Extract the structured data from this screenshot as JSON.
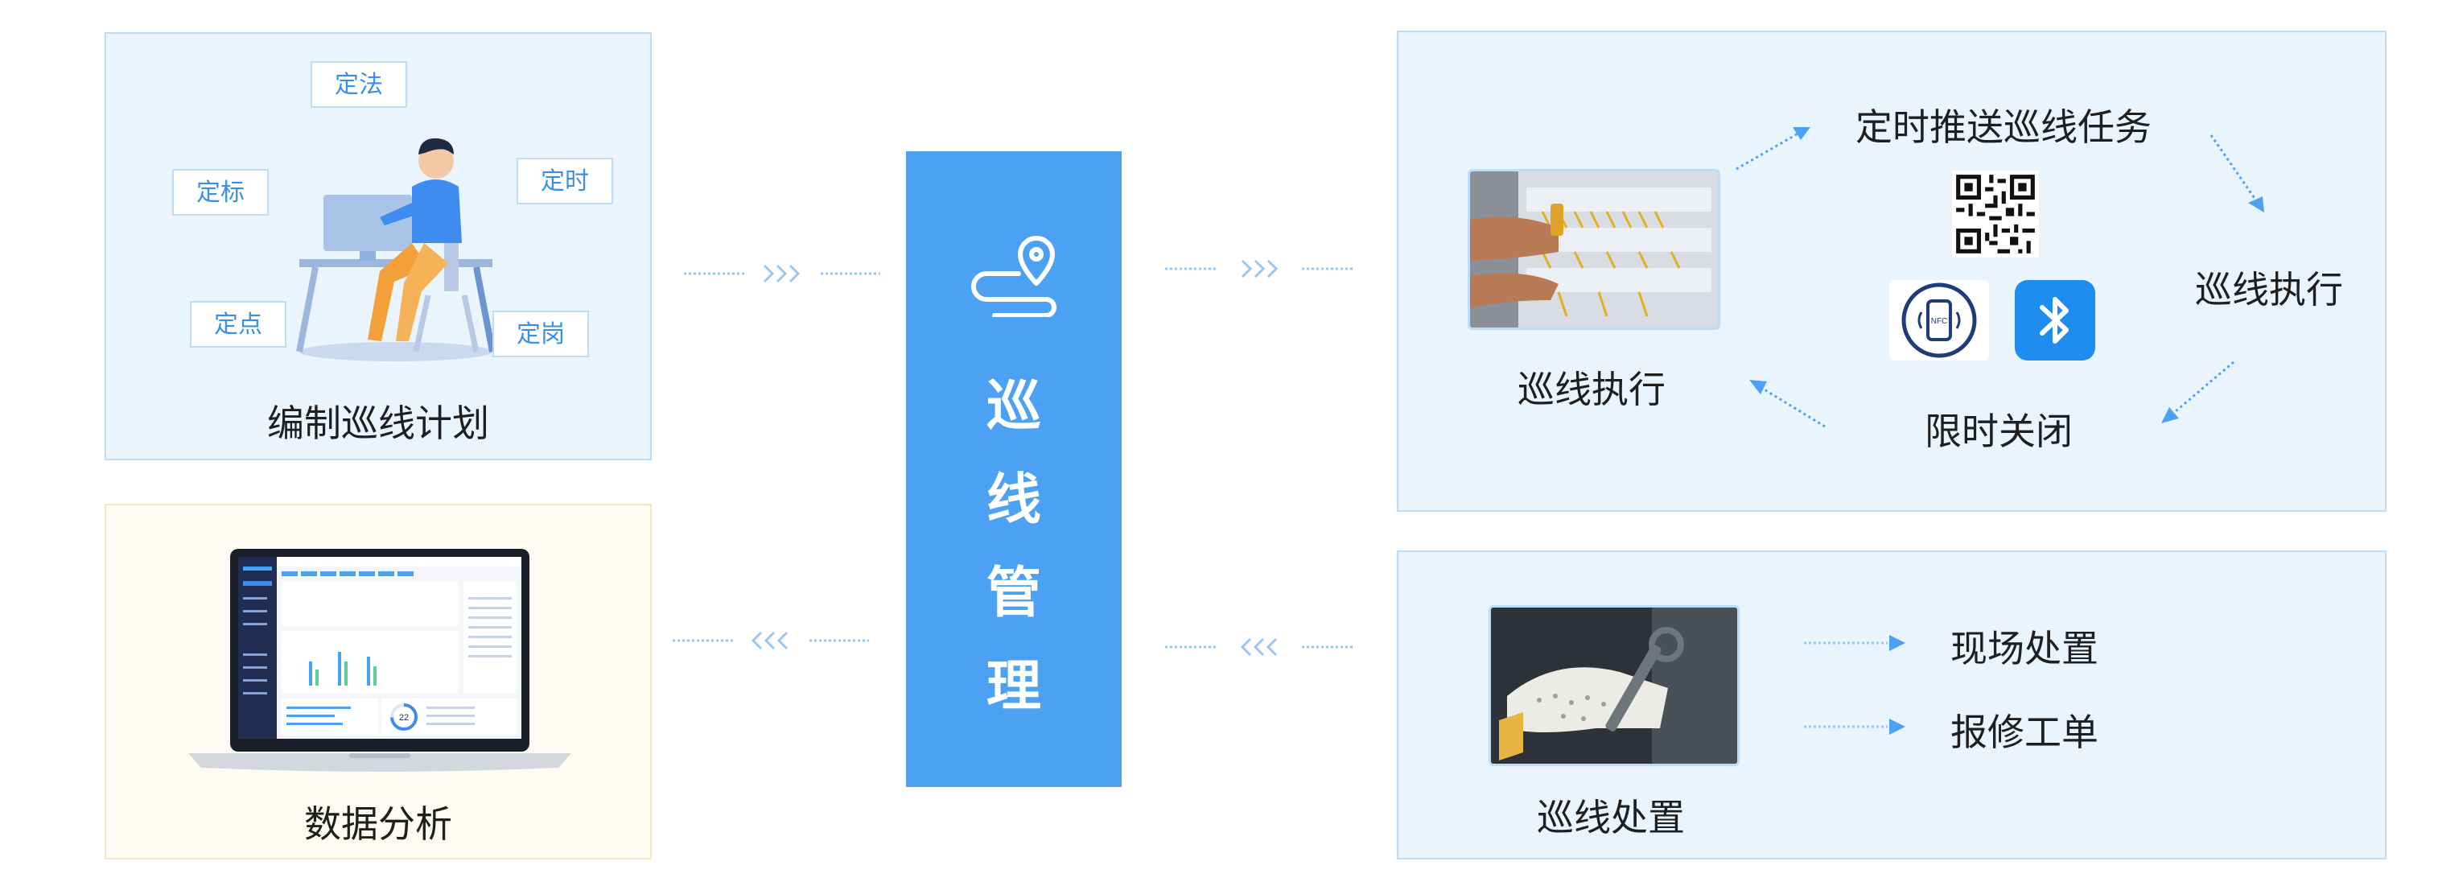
{
  "plan_panel": {
    "title": "编制巡线计划",
    "tags": [
      "定法",
      "定标",
      "定时",
      "定点",
      "定岗"
    ]
  },
  "analysis_panel": {
    "title": "数据分析",
    "laptop_gauge_value": "22"
  },
  "center": {
    "chars": [
      "巡",
      "线",
      "管",
      "理"
    ]
  },
  "execution_panel": {
    "photo_caption": "巡线执行",
    "push_task": "定时推送巡线任务",
    "execute": "巡线执行",
    "limit_close": "限时关闭",
    "nfc_label": "NFC"
  },
  "disposal_panel": {
    "photo_caption": "巡线处置",
    "onsite": "现场处置",
    "repair_order": "报修工单"
  },
  "colors": {
    "accent_blue": "#4da1f3",
    "panel_blue": "#eaf4fd",
    "panel_cream": "#fefbf2",
    "tag_text": "#3a8fe5"
  }
}
